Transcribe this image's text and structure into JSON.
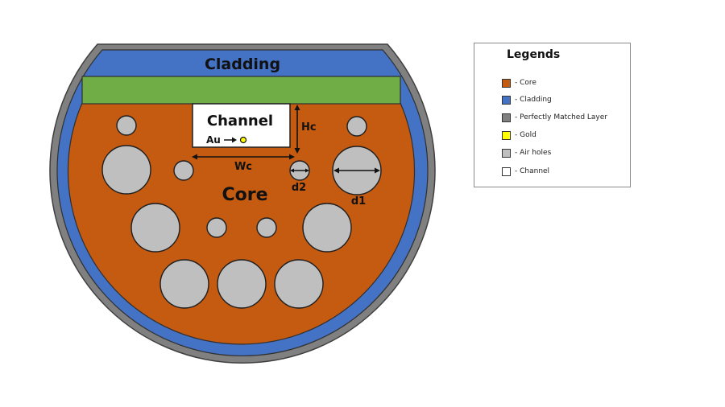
{
  "labels": {
    "cladding": "Cladding",
    "channel": "Channel",
    "core": "Core",
    "au": "Au",
    "hc": "Hc",
    "wc": "Wc",
    "d1": "d1",
    "d2": "d2"
  },
  "legend": {
    "title": "Legends",
    "items": [
      {
        "label": "- Core",
        "color": "#C55A11"
      },
      {
        "label": "- Cladding",
        "color": "#4472C4"
      },
      {
        "label": "- Perfectly Matched Layer",
        "color": "#808080"
      },
      {
        "label": "- Gold",
        "color": "#FFFF00"
      },
      {
        "label": "- Air holes",
        "color": "#BFBFBF"
      },
      {
        "label": "- Channel",
        "color": "#FFFFFF"
      }
    ]
  },
  "colors": {
    "core": "#C55A11",
    "cladding": "#4472C4",
    "pml": "#808080",
    "green_layer": "#70AD47",
    "gold": "#FFFF00",
    "air_hole": "#BFBFBF",
    "channel": "#FFFFFF"
  }
}
